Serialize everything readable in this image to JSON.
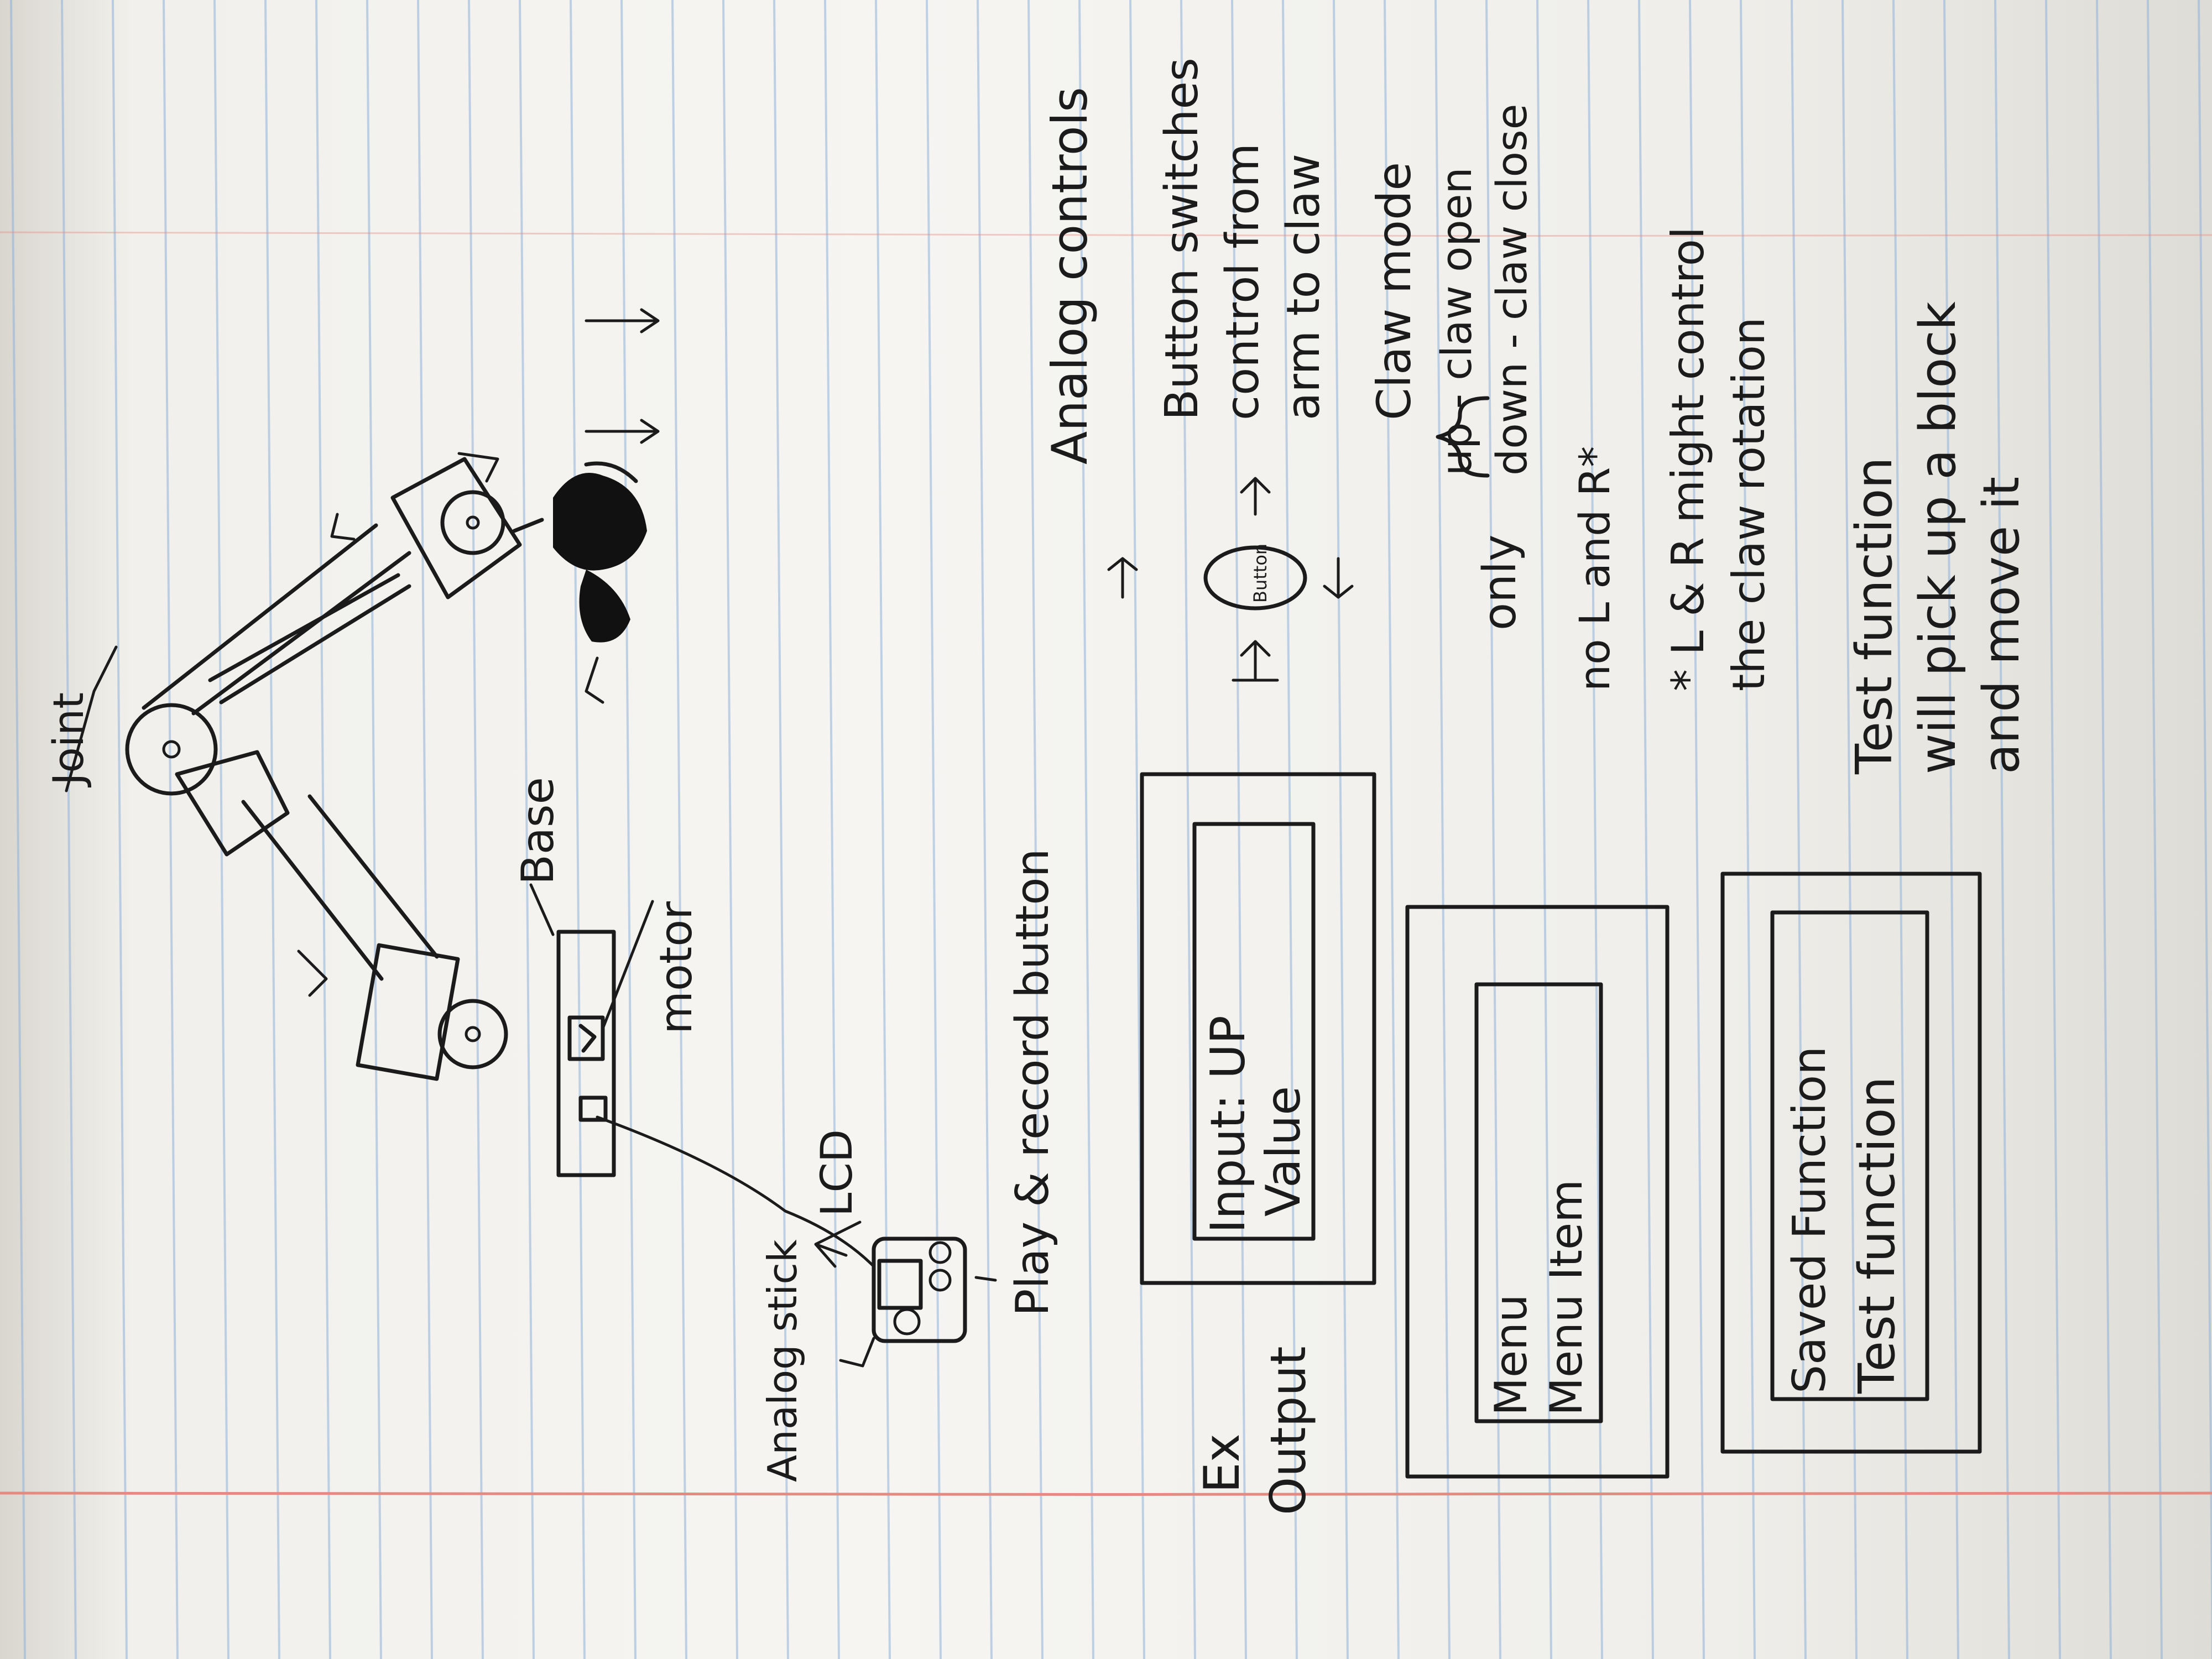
{
  "labels": {
    "joint": "Joint",
    "base": "Base",
    "motor": "motor",
    "lcd": "LCD",
    "analog_stick": "Analog stick",
    "play_record": "Play & record button",
    "analog_controls": "Analog controls",
    "button_label": "Button",
    "button_switches": "Button switches control from arm to claw",
    "claw_mode": "Claw mode",
    "claw_up": "up - claw open",
    "claw_down": "down - claw close",
    "only": "only",
    "no_l_r": "no L and R*",
    "lr_note": "* L & R might control the claw rotation",
    "ex_output": "Ex Output",
    "input_value_line1": "Input: UP",
    "input_value_line2": "Value",
    "menu_line1": "Menu",
    "menu_line2": "Menu Item",
    "saved_function": "Saved Function",
    "test_function_screen": "Test function",
    "test_function_note": "Test function will pick up a block and move it"
  },
  "colors": {
    "paper": "#f4f3ef",
    "rule": "#8fb0d8",
    "margin": "#e58a80",
    "ink": "#1b1b1b"
  }
}
